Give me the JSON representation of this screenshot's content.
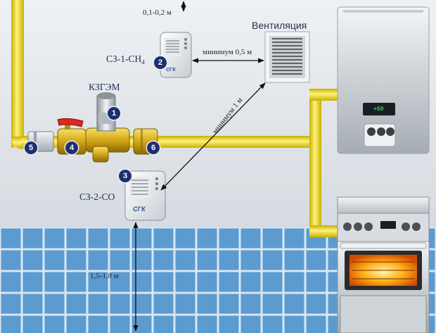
{
  "labels": {
    "top_gap": "0,1-0,2 м",
    "ventilation": "Вентиляция",
    "min_half": "минимум 0,5 м",
    "min_one": "минимум 1 м",
    "floor_height": "1,5-1,8 м",
    "kzgem": "КЗГЭМ",
    "sensor_ch4_prefix": "СЗ-1-СН",
    "sensor_ch4_sub": "4",
    "sensor_co": "СЗ-2-СО"
  },
  "badges": [
    "1",
    "2",
    "3",
    "4",
    "5",
    "6"
  ],
  "boiler_display": "+60",
  "brand": "СГК",
  "colors": {
    "wall": "#e3e7ec",
    "gas_pipe": "#f2dc2c",
    "tile": "#5c9bd0",
    "badge": "#1e2f6e"
  }
}
